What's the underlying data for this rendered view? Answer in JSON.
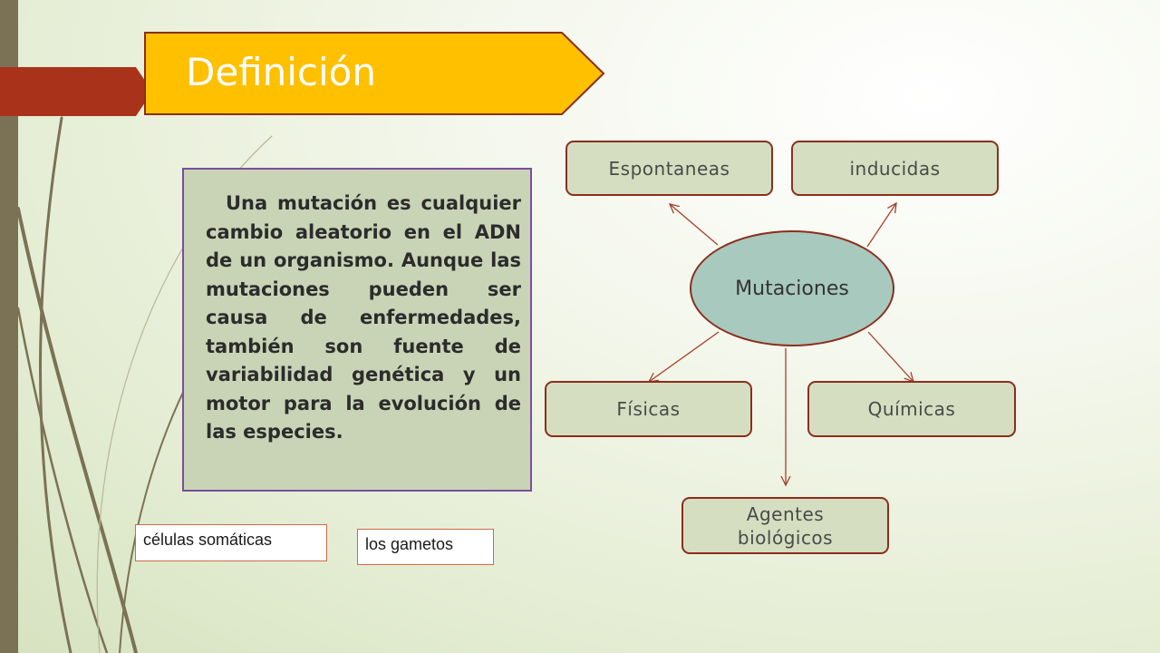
{
  "slide": {
    "title": "Definición",
    "definition": "Una mutación es cualquier cambio aleatorio en el ADN de un organismo. Aunque las mutaciones pueden ser causa de enfermedades, también son fuente de variabilidad genética y un motor para la evolución de las especies.",
    "labels": {
      "somatic": "células somáticas",
      "gametes": "los gametos"
    },
    "diagram": {
      "center": "Mutaciones",
      "nodes": {
        "spontaneous": "Espontaneas",
        "induced": "inducidas",
        "physical": "Físicas",
        "chemical": "Químicas",
        "biological": "Agentes biológicos"
      }
    }
  },
  "colors": {
    "title_banner": "#ffc000",
    "tab_red": "#a9321b",
    "node_fill": "#d5dec0",
    "node_border": "#8b2e1e",
    "center_fill": "#a8c9bd",
    "definition_fill": "#c9d4b6",
    "definition_border": "#7a4e9e"
  }
}
